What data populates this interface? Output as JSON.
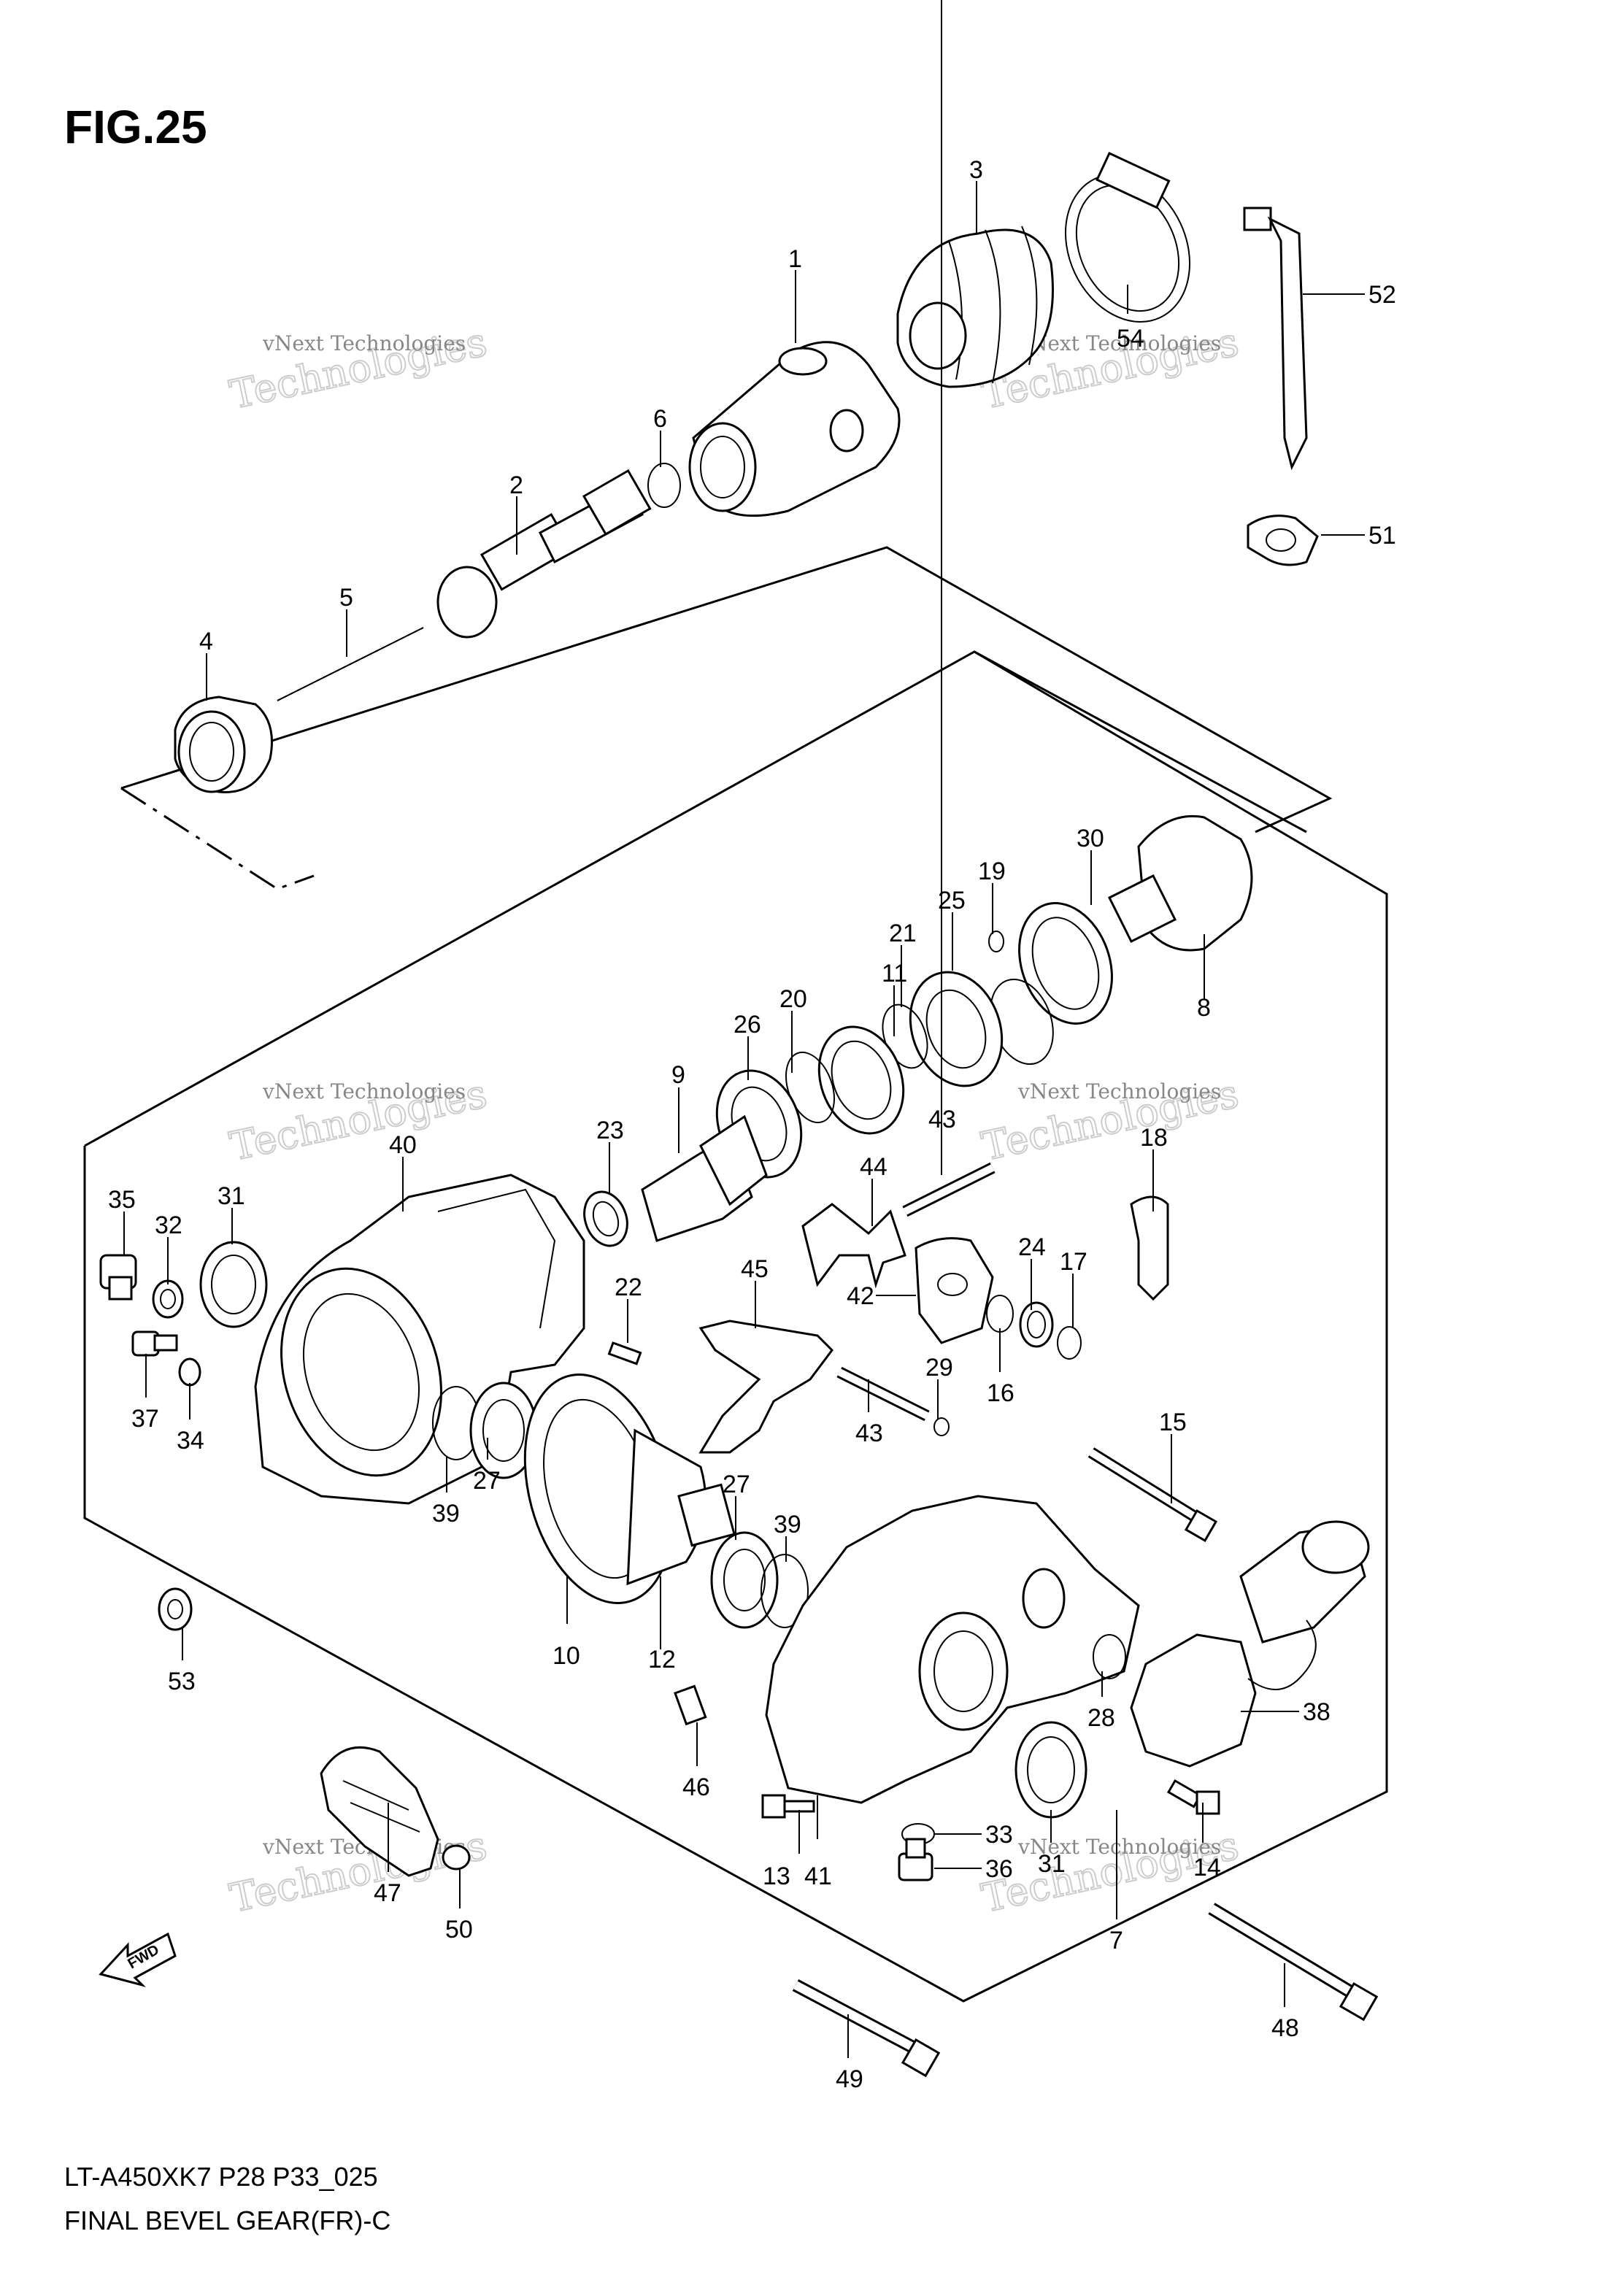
{
  "figure": {
    "title": "FIG.25",
    "model_line": "LT-A450XK7 P28 P33_025",
    "caption": "FINAL BEVEL GEAR(FR)-C",
    "fwd_label": "FWD"
  },
  "watermark": {
    "line1": "vNext Technologies",
    "line2": "Technologies",
    "line3": "vNext"
  },
  "callouts": [
    {
      "id": "1",
      "label": "1"
    },
    {
      "id": "2",
      "label": "2"
    },
    {
      "id": "3",
      "label": "3"
    },
    {
      "id": "4",
      "label": "4"
    },
    {
      "id": "5",
      "label": "5"
    },
    {
      "id": "6",
      "label": "6"
    },
    {
      "id": "7",
      "label": "7"
    },
    {
      "id": "8",
      "label": "8"
    },
    {
      "id": "9",
      "label": "9"
    },
    {
      "id": "10",
      "label": "10"
    },
    {
      "id": "11",
      "label": "11"
    },
    {
      "id": "12",
      "label": "12"
    },
    {
      "id": "13",
      "label": "13"
    },
    {
      "id": "14",
      "label": "14"
    },
    {
      "id": "15",
      "label": "15"
    },
    {
      "id": "16",
      "label": "16"
    },
    {
      "id": "17",
      "label": "17"
    },
    {
      "id": "18",
      "label": "18"
    },
    {
      "id": "19",
      "label": "19"
    },
    {
      "id": "20",
      "label": "20"
    },
    {
      "id": "21",
      "label": "21"
    },
    {
      "id": "22",
      "label": "22"
    },
    {
      "id": "23",
      "label": "23"
    },
    {
      "id": "24",
      "label": "24"
    },
    {
      "id": "25",
      "label": "25"
    },
    {
      "id": "26",
      "label": "26"
    },
    {
      "id": "27a",
      "label": "27"
    },
    {
      "id": "27b",
      "label": "27"
    },
    {
      "id": "28",
      "label": "28"
    },
    {
      "id": "29",
      "label": "29"
    },
    {
      "id": "30",
      "label": "30"
    },
    {
      "id": "31a",
      "label": "31"
    },
    {
      "id": "31b",
      "label": "31"
    },
    {
      "id": "32",
      "label": "32"
    },
    {
      "id": "33",
      "label": "33"
    },
    {
      "id": "34",
      "label": "34"
    },
    {
      "id": "35",
      "label": "35"
    },
    {
      "id": "36",
      "label": "36"
    },
    {
      "id": "37",
      "label": "37"
    },
    {
      "id": "38",
      "label": "38"
    },
    {
      "id": "39a",
      "label": "39"
    },
    {
      "id": "39b",
      "label": "39"
    },
    {
      "id": "40",
      "label": "40"
    },
    {
      "id": "41",
      "label": "41"
    },
    {
      "id": "42",
      "label": "42"
    },
    {
      "id": "43a",
      "label": "43"
    },
    {
      "id": "43b",
      "label": "43"
    },
    {
      "id": "44",
      "label": "44"
    },
    {
      "id": "45",
      "label": "45"
    },
    {
      "id": "46",
      "label": "46"
    },
    {
      "id": "47",
      "label": "47"
    },
    {
      "id": "48",
      "label": "48"
    },
    {
      "id": "49",
      "label": "49"
    },
    {
      "id": "50",
      "label": "50"
    },
    {
      "id": "51",
      "label": "51"
    },
    {
      "id": "52",
      "label": "52"
    },
    {
      "id": "53",
      "label": "53"
    },
    {
      "id": "54",
      "label": "54"
    }
  ]
}
